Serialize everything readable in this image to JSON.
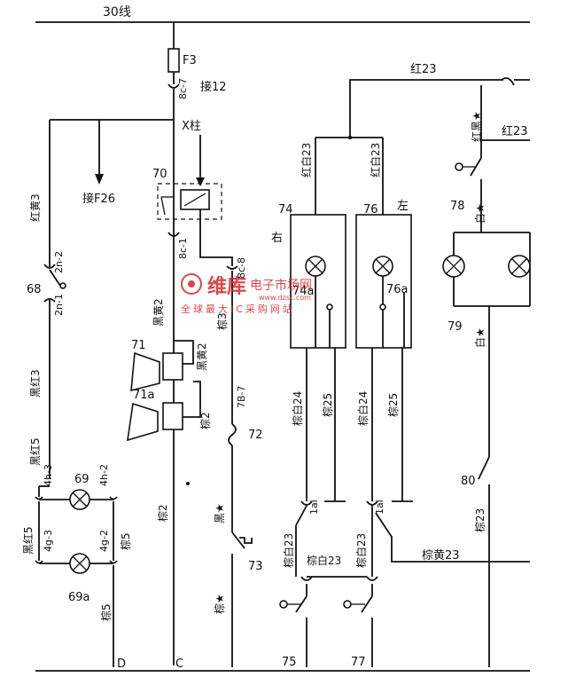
{
  "bus": {
    "label": "30线"
  },
  "fuse": {
    "id": "F3"
  },
  "connectors": {
    "c8c7": "8c-7",
    "c8c1": "8c-1",
    "c8c8": "8c-8",
    "c7b7": "7B-7",
    "c2n2": "2n-2",
    "c2n1": "2n-1",
    "c4h3": "4h-3",
    "c4h2": "4h-2",
    "c4g3": "4g-3",
    "c4g2": "4g-2",
    "c1ai_a": "1ai",
    "c1ai_b": "1ai"
  },
  "notes": {
    "to12": "接12",
    "to_f26": "接F26",
    "x_post": "X柱"
  },
  "components": {
    "c68": "68",
    "c69": "69",
    "c69a": "69a",
    "c70": "70",
    "c71": "71",
    "c71a": "71a",
    "c72": "72",
    "c73": "73",
    "c74": "74",
    "c74a": "74a",
    "c75": "75",
    "c76": "76",
    "c76a": "76a",
    "c77": "77",
    "c78": "78",
    "c79": "79",
    "c80": "80"
  },
  "sides": {
    "right": "右",
    "left": "左"
  },
  "wires": {
    "hong_huang3": "红黄3",
    "hei_hong3": "黑红3",
    "hei_hong5_a": "黑红5",
    "hei_hong5_b": "黑红5",
    "zong5_a": "棕5",
    "zong5_b": "棕5",
    "hei_huang2_a": "黑黄2",
    "hei_huang2_b": "黑黄2",
    "zong2_a": "棕2",
    "zong2_b": "棕2",
    "zong3": "棕3",
    "hei_star": "黑★",
    "zong_star": "棕★",
    "hong_bai23_a": "红白23",
    "hong_bai23_b": "红白23",
    "hong23_top": "红23",
    "hong23_right": "红23",
    "hong_hei_star": "红黑★",
    "bai_star_top": "白★",
    "bai_star_bottom": "白★",
    "zong_bai24_a": "棕白24",
    "zong_bai24_b": "棕白24",
    "zong25_a": "棕25",
    "zong25_b": "棕25",
    "zong_bai23_a": "棕白23",
    "zong_bai23_b": "棕白23",
    "zong_bai23_c": "棕白23",
    "zong_huang23": "棕黄23",
    "zong23": "棕23"
  },
  "bottom_terminals": {
    "d": "D",
    "c": "C"
  },
  "watermark": {
    "brand": "维库",
    "brand_en": "电子市场网",
    "url": "www.dzsc.com",
    "slogan": "全球最大IC采购网站",
    "logo": "dzsc-logo"
  },
  "colors": {
    "wire": "#111111",
    "watermark": "#d8262b",
    "background": "#ffffff"
  }
}
